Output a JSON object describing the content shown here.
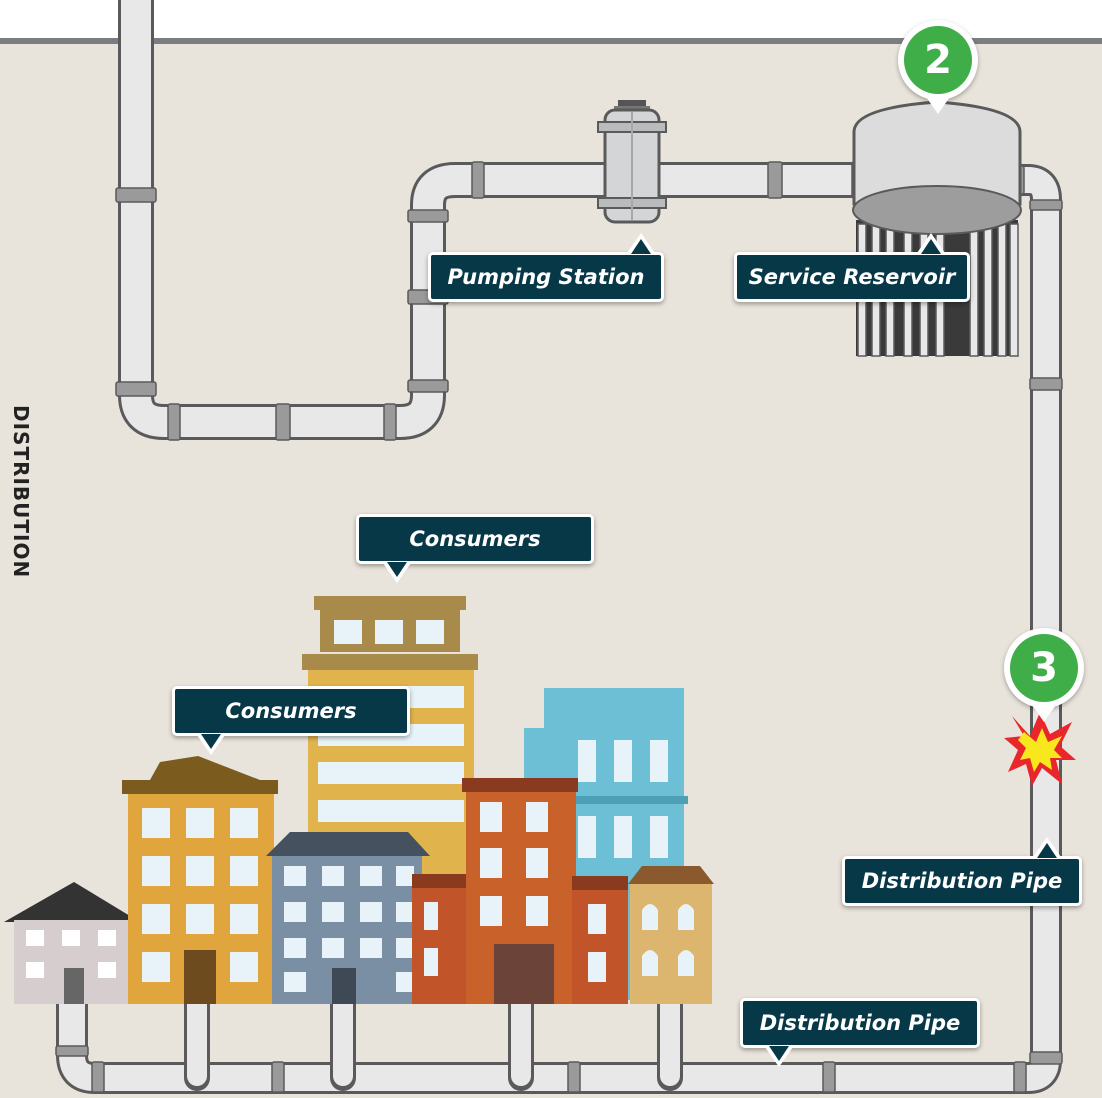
{
  "section_title": "DISTRIBUTION",
  "steps": [
    {
      "number": "2"
    },
    {
      "number": "3"
    }
  ],
  "labels": {
    "pumping_station": "Pumping Station",
    "service_reservoir": "Service Reservoir",
    "consumers_tall": "Consumers",
    "consumers_left": "Consumers",
    "distribution_pipe_vertical": "Distribution Pipe",
    "distribution_pipe_bottom": "Distribution Pipe"
  },
  "colors": {
    "background": "#e9e4db",
    "label_bg": "#073847",
    "badge_green": "#3fae48",
    "pipe": "#e8e8e8",
    "pipe_outline": "#5a5a5a",
    "leak": "#e8262b"
  }
}
